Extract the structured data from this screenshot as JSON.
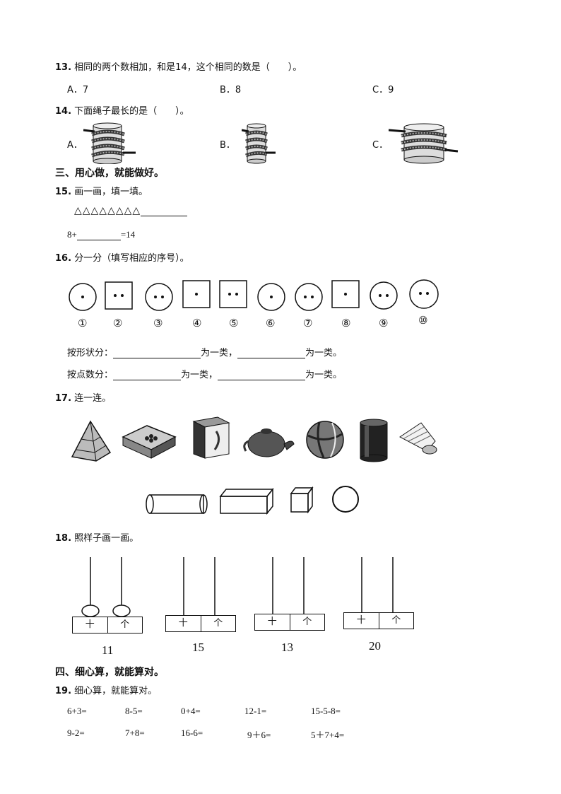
{
  "q13": {
    "number": "13.",
    "text": "相同的两个数相加，和是14，这个相同的数是（　　）。",
    "options": [
      "A．7",
      "B．8",
      "C．9"
    ]
  },
  "q14": {
    "number": "14.",
    "text": "下面绳子最长的是（　　）。",
    "options": [
      "A．",
      "B．",
      "C．"
    ]
  },
  "section3": "三、用心做，就能做好。",
  "q15": {
    "number": "15.",
    "text": "画一画，填一填。",
    "triangles": "△△△△△△△△",
    "equation_left": "8+",
    "equation_right": "=14"
  },
  "q16": {
    "number": "16.",
    "text": "分一分（填写相应的序号）。",
    "labels": [
      "①",
      "②",
      "③",
      "④",
      "⑤",
      "⑥",
      "⑦",
      "⑧",
      "⑨",
      "⑩"
    ],
    "shape_line_a": "按形状分：",
    "shape_line_b": "为一类，",
    "shape_line_c": "为一类。",
    "dots_line_a": "按点数分：",
    "dots_line_b": "为一类，",
    "dots_line_c": "为一类。"
  },
  "q17": {
    "number": "17.",
    "text": "连一连。"
  },
  "q18": {
    "number": "18.",
    "text": "照样子画一画。",
    "tens": "十",
    "ones": "个",
    "numbers": [
      "11",
      "15",
      "13",
      "20"
    ]
  },
  "section4": "四、细心算，就能算对。",
  "q19": {
    "number": "19.",
    "text": "细心算，就能算对。",
    "row1": [
      "6+3=",
      "8-5=",
      "0+4=",
      "12-1=",
      "15-5-8="
    ],
    "row2": [
      "9-2=",
      "7+8=",
      "16-6=",
      "9＋6=",
      "5＋7+4="
    ]
  }
}
